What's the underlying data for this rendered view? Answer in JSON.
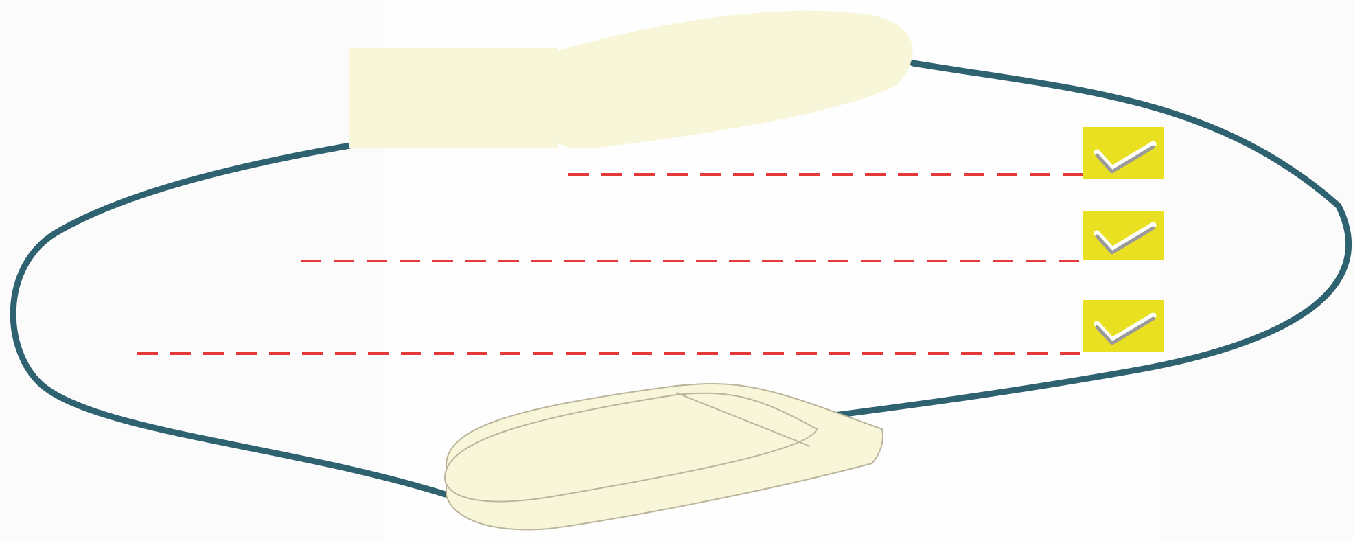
{
  "colors": {
    "cable": "#2f6270",
    "device_fill": "#f8f6d8",
    "device_stroke": "#b9b49a",
    "guide_line": "#e23a3a",
    "check_badge": "#e8e020",
    "check_mark": "#9a9a9a",
    "check_shadow": "#ffffff"
  },
  "icons": {
    "sensor_top": "finger-clip-sensor-icon",
    "sensor_bottom": "oximeter-device-icon",
    "check": "check-icon"
  },
  "guides": [
    {
      "name": "guide-line-1",
      "state": "checked"
    },
    {
      "name": "guide-line-2",
      "state": "checked"
    },
    {
      "name": "guide-line-3",
      "state": "checked"
    }
  ]
}
